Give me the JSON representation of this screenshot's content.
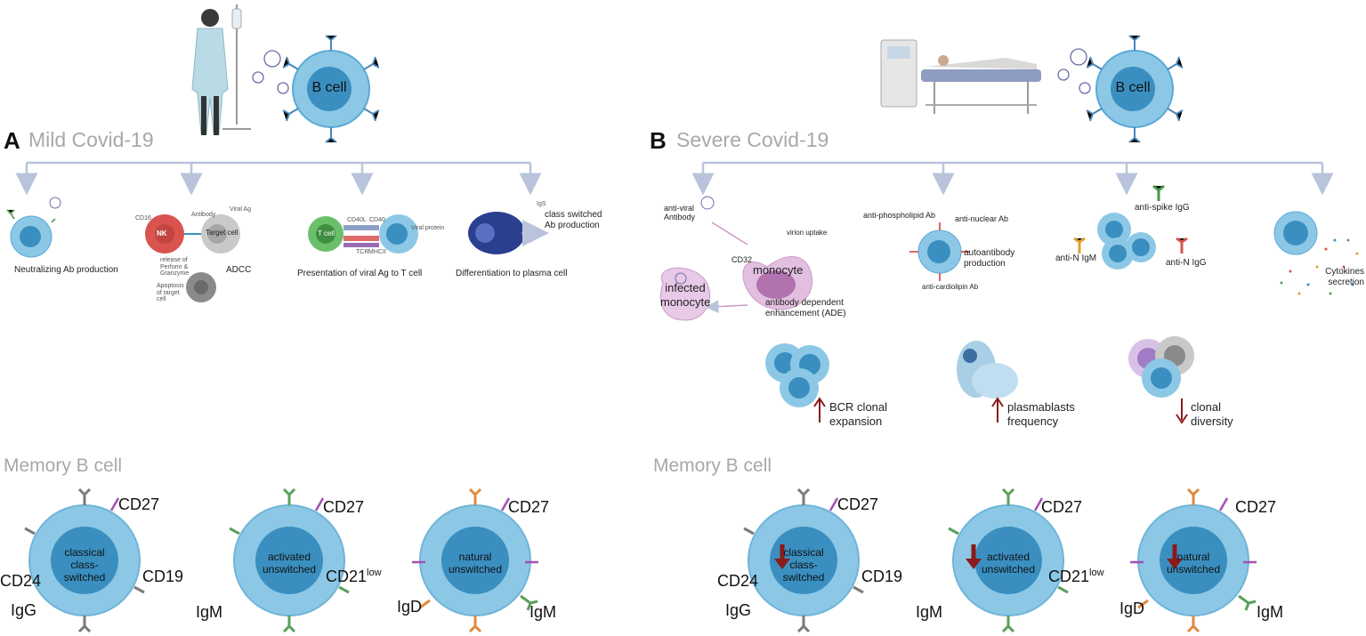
{
  "panels": {
    "mild": {
      "letter": "A",
      "title": "Mild Covid-19",
      "b_cell": "B cell",
      "mechanisms": [
        {
          "label": "Neutralizing Ab production"
        },
        {
          "label": "ADCC",
          "sub": {
            "nk": "NK",
            "target": "Target cell",
            "cd16": "CD16",
            "antibody": "Antibody",
            "viral_ag": "Viral Ag",
            "release": "release of Perforin & Granzyme",
            "apoptosis": "Apoptosis of target cell"
          }
        },
        {
          "label": "Presentation of viral Ag to T cell",
          "sub": {
            "tcell": "T cell",
            "cd40l": "CD40L",
            "cd40": "CD40",
            "tcr": "TCR",
            "mhc": "MHCII",
            "viral_protein": "Viral protein"
          }
        },
        {
          "label": "Differentiation to plasma cell",
          "sub": {
            "igs": "IgS",
            "class_switched": "class switched Ab production"
          }
        }
      ],
      "memory_title": "Memory B cell",
      "memory_cells": [
        {
          "name": "classical class-switched",
          "markers": {
            "cd27": "CD27",
            "cd24": "CD24",
            "cd19": "CD19",
            "ig": "IgG"
          }
        },
        {
          "name": "activated unswitched",
          "markers": {
            "cd27": "CD27",
            "cd21": "CD21",
            "cd21_sup": "low",
            "ig": "IgM"
          }
        },
        {
          "name": "natural unswitched",
          "markers": {
            "cd27": "CD27",
            "igd": "IgD",
            "igm": "IgM"
          }
        }
      ]
    },
    "severe": {
      "letter": "B",
      "title": "Severe Covid-19",
      "b_cell": "B cell",
      "ade": {
        "anti_viral": "anti-viral Antibody",
        "virion_uptake": "virion uptake",
        "cd32": "CD32",
        "monocyte": "monocyte",
        "infected": "infected monocyte",
        "ade_label": "antibody dependent enhancement (ADE)"
      },
      "autoantibody": {
        "phospholipid": "anti-phospholipid Ab",
        "nuclear": "anti-nuclear Ab",
        "production": "autoantibody production",
        "cardiolipin": "anti-cardiolipin Ab"
      },
      "isotypes": {
        "spike": "anti-spike IgG",
        "n_igm": "anti-N IgM",
        "n_igg": "anti-N IgG"
      },
      "cytokines": "Cytokines secretion",
      "changes": [
        {
          "label": "BCR clonal expansion",
          "direction": "up"
        },
        {
          "label": "plasmablasts frequency",
          "direction": "up"
        },
        {
          "label": "clonal diversity",
          "direction": "down"
        }
      ],
      "memory_title": "Memory B cell",
      "memory_cells": [
        {
          "name": "classical class-switched",
          "markers": {
            "cd27": "CD27",
            "cd24": "CD24",
            "cd19": "CD19",
            "ig": "IgG"
          }
        },
        {
          "name": "activated unswitched",
          "markers": {
            "cd27": "CD27",
            "cd21": "CD21",
            "cd21_sup": "low",
            "ig": "IgM"
          }
        },
        {
          "name": "natural unswitched",
          "markers": {
            "cd27": "CD27",
            "igd": "IgD",
            "igm": "IgM"
          }
        }
      ]
    }
  },
  "colors": {
    "cell_outer": "#8cc8e6",
    "cell_inner": "#3a8fc0",
    "arrow": "#b9c4dc",
    "igg": "#7a7a7a",
    "igm": "#5aa05a",
    "igd": "#e08a3c",
    "cd27": "#a24fb5",
    "down_arrow": "#8b1a1a"
  }
}
